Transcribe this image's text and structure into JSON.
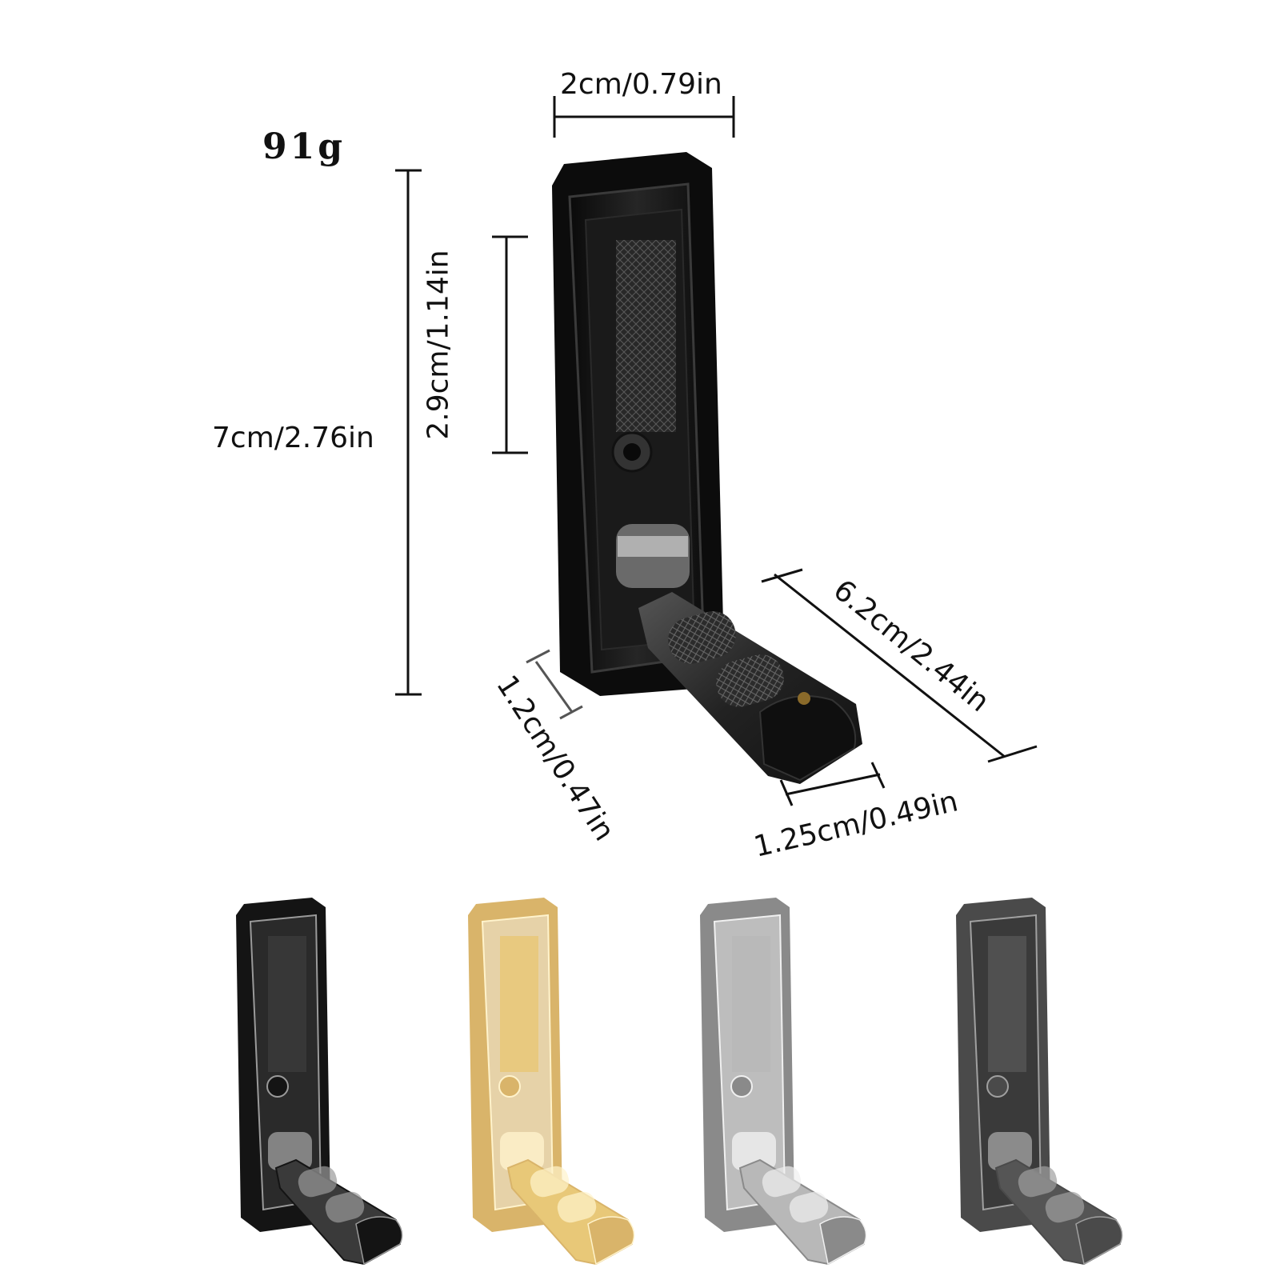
{
  "product": {
    "weight": "91g",
    "dimensions": {
      "width": "2cm/0.79in",
      "height_total": "7cm/2.76in",
      "slot_length": "2.9cm/1.14in",
      "hook_length": "6.2cm/2.44in",
      "hook_thickness": "1.2cm/0.47in",
      "hook_width": "1.25cm/0.49in"
    }
  },
  "variants": [
    {
      "name": "black",
      "body": "#141414",
      "inner": "#2a2a2a",
      "hook": "#3a3a3a",
      "accent": "#9a9a9a"
    },
    {
      "name": "gold",
      "body": "#d9b46a",
      "inner": "#e6d2a8",
      "hook": "#e8c878",
      "accent": "#fff3cc"
    },
    {
      "name": "silver",
      "body": "#8a8a8a",
      "inner": "#bdbdbd",
      "hook": "#b8b8b8",
      "accent": "#f0f0f0"
    },
    {
      "name": "gunmetal",
      "body": "#4a4a4a",
      "inner": "#3a3a3a",
      "hook": "#555555",
      "accent": "#a0a0a0"
    }
  ]
}
